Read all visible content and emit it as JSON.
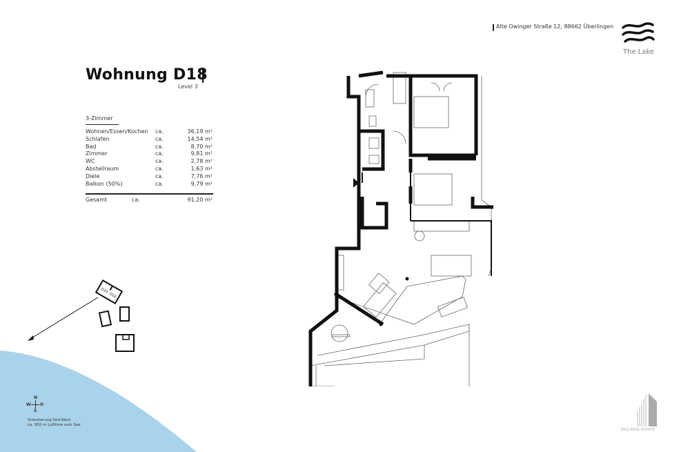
{
  "header": {
    "address": "Alte Owinger Straße 12, 88662 Überlingen",
    "brand": "The Lake"
  },
  "unit": {
    "title": "Wohnung D18",
    "level": "Level 3",
    "type": "3-Zimmer",
    "rooms": [
      {
        "name": "Wohnen/Essen/Kochen",
        "prefix": "ca.",
        "area": "36,19 m²"
      },
      {
        "name": "Schlafen",
        "prefix": "ca.",
        "area": "14,54 m²"
      },
      {
        "name": "Bad",
        "prefix": "ca.",
        "area": "8,70 m²"
      },
      {
        "name": "Zimmer",
        "prefix": "ca.",
        "area": "9,81 m²"
      },
      {
        "name": "WC",
        "prefix": "ca.",
        "area": "2,78 m²"
      },
      {
        "name": "Abstellraum",
        "prefix": "ca.",
        "area": "1,63 m²"
      },
      {
        "name": "Diele",
        "prefix": "ca.",
        "area": "7,76 m²"
      },
      {
        "name": "Balkon (50%)",
        "prefix": "ca.",
        "area": "9,79 m²"
      }
    ],
    "total": {
      "name": "Gesamt",
      "prefix": "ca.",
      "area": "91,20 m²"
    }
  },
  "site_plan": {
    "labels": [
      "D19",
      "D18"
    ]
  },
  "compass": {
    "n": "N",
    "s": "S",
    "w": "W",
    "o": "O"
  },
  "orientation": {
    "line1": "Orientierung Süd-West",
    "line2": "ca. 950 m Luftlinie zum See"
  },
  "footer_logo": {
    "name": "B&S REAL ESTATE"
  },
  "colors": {
    "lake": "#a9d3ea",
    "wall": "#111111"
  }
}
